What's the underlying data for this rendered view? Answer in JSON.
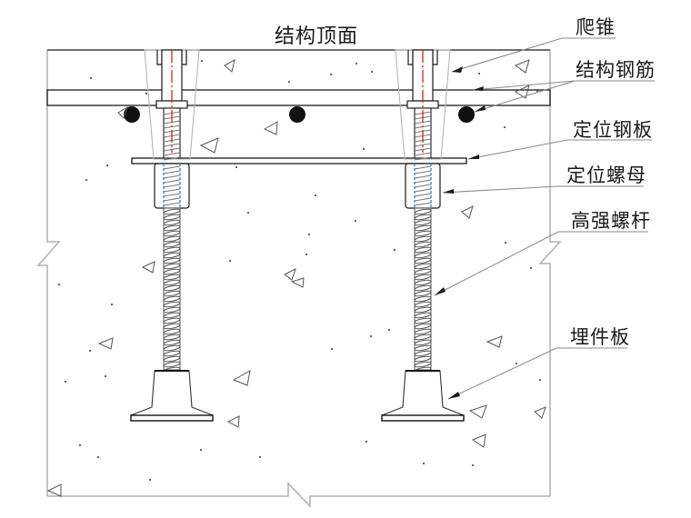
{
  "diagram": {
    "title": "结构顶面",
    "labels": [
      {
        "id": "climbing-cone",
        "text": "爬锥"
      },
      {
        "id": "structural-rebar",
        "text": "结构钢筋"
      },
      {
        "id": "positioning-steel-plate",
        "text": "定位钢板"
      },
      {
        "id": "positioning-nut",
        "text": "定位螺母"
      },
      {
        "id": "high-strength-bolt",
        "text": "高强螺杆"
      },
      {
        "id": "embedded-plate",
        "text": "埋件板"
      }
    ],
    "colors": {
      "outline": "#1a1a1a",
      "concrete_boundary": "#b0b0b0",
      "centerline": "#e02020",
      "nut_thread": "#2a8fd0",
      "leader": "#8a8a8a",
      "rebar": "#111111"
    },
    "assemblies": [
      {
        "name": "left-anchor"
      },
      {
        "name": "right-anchor"
      }
    ]
  }
}
